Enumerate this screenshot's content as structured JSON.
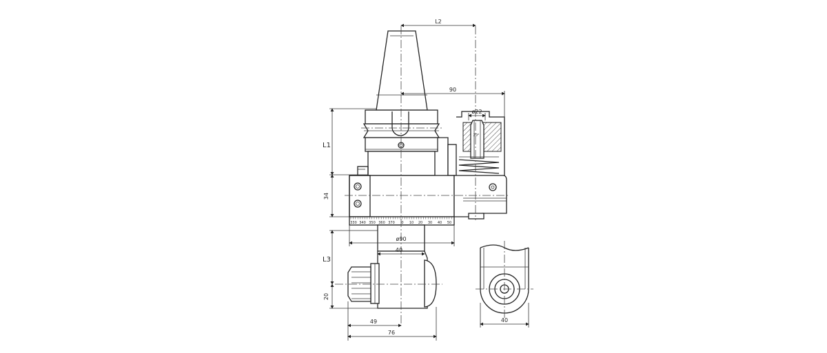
{
  "dimensions": {
    "l2": "L2",
    "d90_top": "90",
    "phi22": "ø22",
    "l1": "L1",
    "d34": "34",
    "phi90": "ø90",
    "d40_mid": "40",
    "l3": "L3",
    "d20": "20",
    "d49": "49",
    "d76": "76",
    "d40_side": "40",
    "angle": "20°"
  },
  "scale": {
    "left_labels": [
      "330",
      "340",
      "350",
      "360",
      "370"
    ],
    "center_label": "0",
    "right_labels": [
      "10",
      "20",
      "30",
      "40",
      "50"
    ]
  },
  "colors": {
    "line": "#222222",
    "background": "#ffffff"
  }
}
